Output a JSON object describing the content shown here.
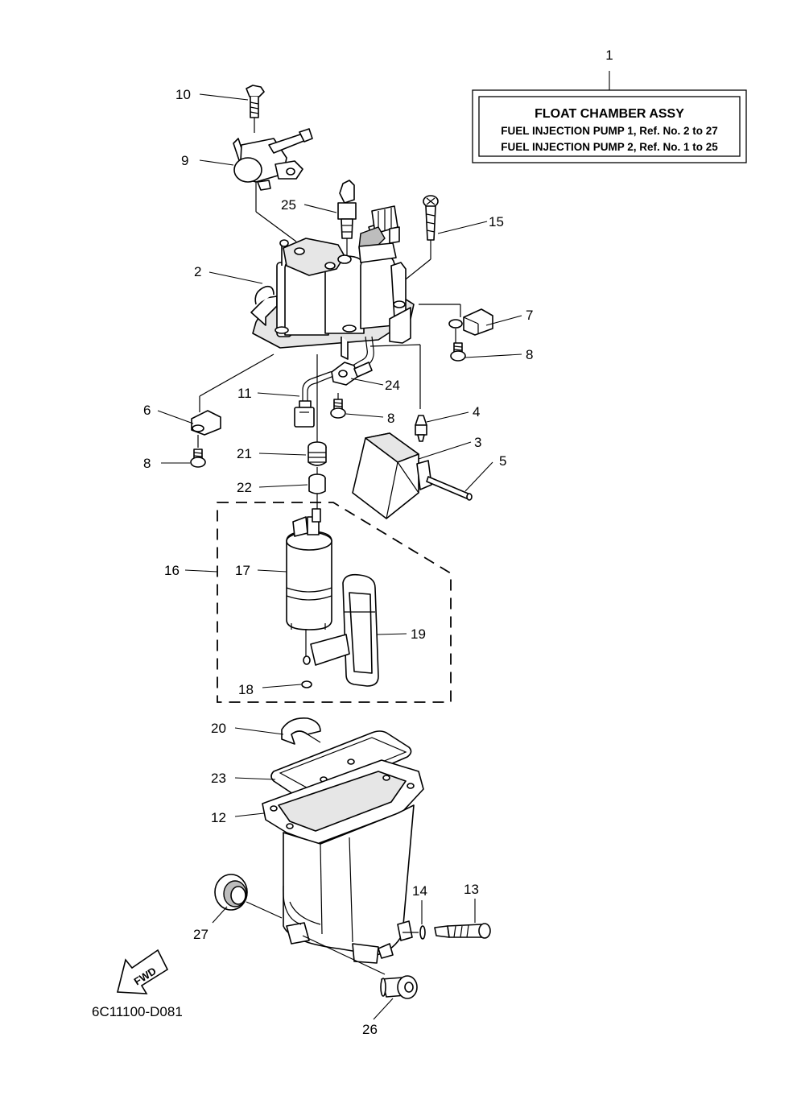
{
  "info_box": {
    "ref_number": "1",
    "title": "FLOAT CHAMBER ASSY",
    "line1": "FUEL INJECTION PUMP 1,  Ref. No. 2 to 27",
    "line2": "FUEL INJECTION PUMP 2,  Ref. No. 1 to 25"
  },
  "callouts": {
    "c2": "2",
    "c3": "3",
    "c4": "4",
    "c5": "5",
    "c6": "6",
    "c7": "7",
    "c8a": "8",
    "c8b": "8",
    "c8c": "8",
    "c9": "9",
    "c10": "10",
    "c11": "11",
    "c12": "12",
    "c13": "13",
    "c14": "14",
    "c15": "15",
    "c16": "16",
    "c17": "17",
    "c18": "18",
    "c19": "19",
    "c20": "20",
    "c21": "21",
    "c22": "22",
    "c23": "23",
    "c24": "24",
    "c25": "25",
    "c26": "26",
    "c27": "27"
  },
  "direction_arrow": {
    "label": "FWD"
  },
  "drawing_code": "6C11100-D081"
}
